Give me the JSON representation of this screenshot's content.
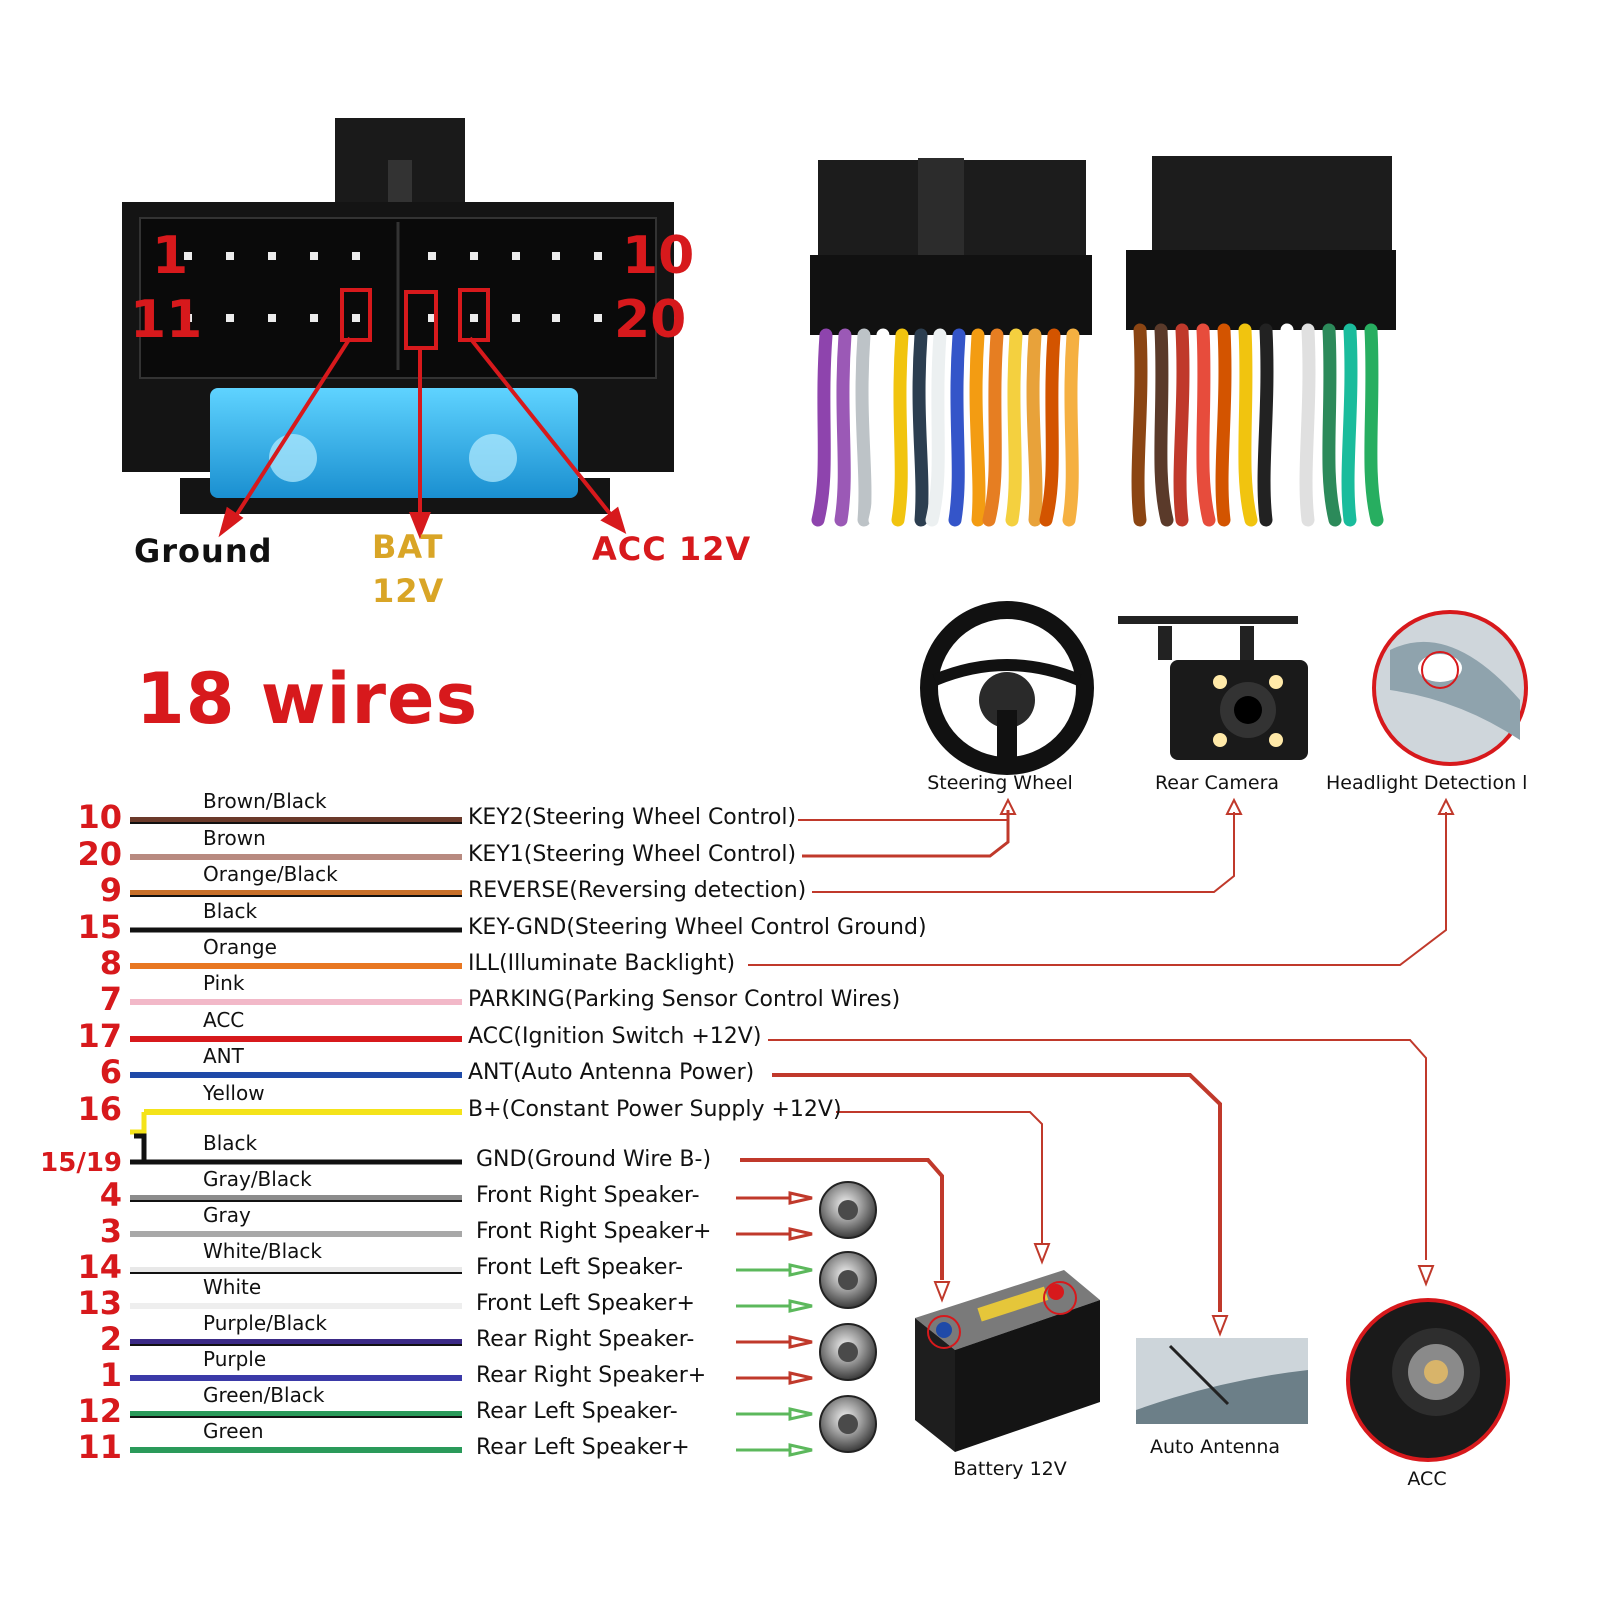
{
  "connector": {
    "pin_first_top": "1",
    "pin_last_top": "10",
    "pin_first_bottom": "11",
    "pin_last_bottom": "20",
    "labels": {
      "ground": "Ground",
      "bat_line1": "BAT",
      "bat_line2": "12V",
      "acc": "ACC 12V"
    }
  },
  "title": "18 wires",
  "wires": [
    {
      "pin": "10",
      "color_name": "Brown/Black",
      "function": "KEY2(Steering Wheel Control)",
      "stroke": "#6b3a2a",
      "stripe": "#111111"
    },
    {
      "pin": "20",
      "color_name": "Brown",
      "function": "KEY1(Steering Wheel Control)",
      "stroke": "#b88a80"
    },
    {
      "pin": "9",
      "color_name": "Orange/Black",
      "function": "REVERSE(Reversing detection)",
      "stroke": "#c8702a",
      "stripe": "#111111"
    },
    {
      "pin": "15",
      "color_name": "Black",
      "function": "KEY-GND(Steering Wheel Control Ground)",
      "stroke": "#111111"
    },
    {
      "pin": "8",
      "color_name": "Orange",
      "function": "ILL(Illuminate Backlight)",
      "stroke": "#e87722"
    },
    {
      "pin": "7",
      "color_name": "Pink",
      "function": "PARKING(Parking Sensor Control Wires)",
      "stroke": "#f2b8c8"
    },
    {
      "pin": "17",
      "color_name": "ACC",
      "function": "ACC(Ignition Switch +12V)",
      "stroke": "#d7191c"
    },
    {
      "pin": "6",
      "color_name": "ANT",
      "function": "ANT(Auto Antenna Power)",
      "stroke": "#1f4aa8"
    },
    {
      "pin": "16",
      "color_name": "Yellow",
      "function": "B+(Constant Power Supply +12V)",
      "stroke": "#f4e31a"
    },
    {
      "pin": "15/19",
      "color_name": "Black",
      "function": "GND(Ground Wire B-)",
      "stroke": "#111111"
    },
    {
      "pin": "4",
      "color_name": "Gray/Black",
      "function": "Front Right Speaker-",
      "stroke": "#8c8c8c",
      "stripe": "#111111"
    },
    {
      "pin": "3",
      "color_name": "Gray",
      "function": "Front Right Speaker+",
      "stroke": "#a8a8a8"
    },
    {
      "pin": "14",
      "color_name": "White/Black",
      "function": "Front Left Speaker-",
      "stroke": "#e8e8e8",
      "stripe": "#111111"
    },
    {
      "pin": "13",
      "color_name": "White",
      "function": "Front Left Speaker+",
      "stroke": "#eeeeee"
    },
    {
      "pin": "2",
      "color_name": "Purple/Black",
      "function": "Rear Right Speaker-",
      "stroke": "#3b2a86",
      "stripe": "#111111"
    },
    {
      "pin": "1",
      "color_name": "Purple",
      "function": "Rear Right Speaker+",
      "stroke": "#3b3aa8"
    },
    {
      "pin": "12",
      "color_name": "Green/Black",
      "function": "Rear Left Speaker-",
      "stroke": "#2a9a5a",
      "stripe": "#111111"
    },
    {
      "pin": "11",
      "color_name": "Green",
      "function": "Rear Left Speaker+",
      "stroke": "#2a9a5a"
    }
  ],
  "devices": {
    "steering_wheel": "Steering Wheel",
    "rear_camera": "Rear Camera",
    "headlight": "Headlight Detection l",
    "battery": "Battery 12V",
    "antenna": "Auto Antenna",
    "acc": "ACC"
  },
  "colors": {
    "accent_red": "#d7191c",
    "bat_yellow": "#d9a526",
    "arrow_red": "#c0392b",
    "arrow_green": "#5cb85c"
  }
}
